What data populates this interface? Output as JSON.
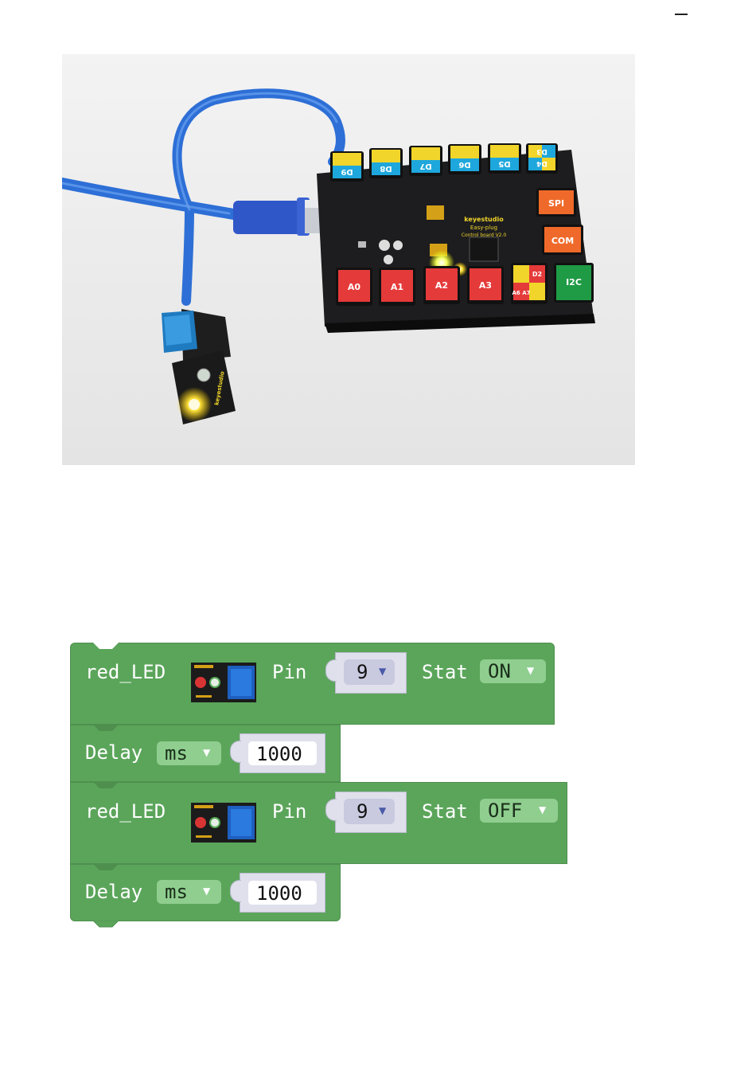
{
  "blocks": [
    {
      "type": "module",
      "name": "red_LED",
      "pin_label": "Pin",
      "pin": "9",
      "stat_label": "Stat",
      "stat": "ON"
    },
    {
      "type": "delay",
      "label": "Delay",
      "unit": "ms",
      "value": "1000"
    },
    {
      "type": "module",
      "name": "red_LED",
      "pin_label": "Pin",
      "pin": "9",
      "stat_label": "Stat",
      "stat": "OFF"
    },
    {
      "type": "delay",
      "label": "Delay",
      "unit": "ms",
      "value": "1000"
    }
  ],
  "board": {
    "digital_ports": [
      "D9",
      "D8",
      "D7",
      "D6",
      "D5",
      "D4"
    ],
    "d3_label": "D3",
    "analog_ports": [
      "A0",
      "A1",
      "A2",
      "A3"
    ],
    "d2_label": "D2",
    "a6a7_label": "A6 A7",
    "right_ports": [
      "SPI",
      "COM",
      "I2C"
    ],
    "brand": "keyestudio",
    "model": "Easy-plug",
    "model_line2": "Control board V2.0",
    "module_brand": "keyestudio"
  },
  "colors": {
    "block_green": "#5ba55b",
    "dropdown_green": "#8fce8f",
    "slot_lavender": "#dfe0ec",
    "cable_blue": "#2d6fd6",
    "port_yellow": "#f1d52a",
    "port_cyan": "#1ea7dc",
    "port_red": "#e53a3a",
    "port_orange": "#ef6a2a",
    "port_green": "#1f9a45"
  }
}
